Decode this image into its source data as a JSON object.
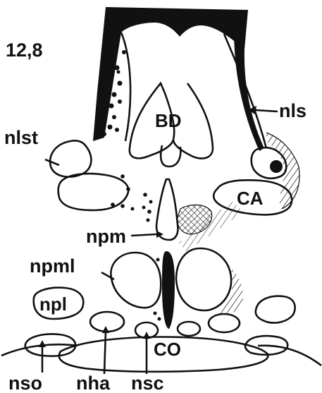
{
  "figure": {
    "panel_number": "12,8",
    "labels": {
      "nlst": "nlst",
      "nls": "nls",
      "bd": "BD",
      "ca": "CA",
      "npm": "npm",
      "npml": "npml",
      "npl": "npl",
      "co": "CO",
      "nso": "nso",
      "nha": "nha",
      "nsc": "nsc"
    }
  }
}
